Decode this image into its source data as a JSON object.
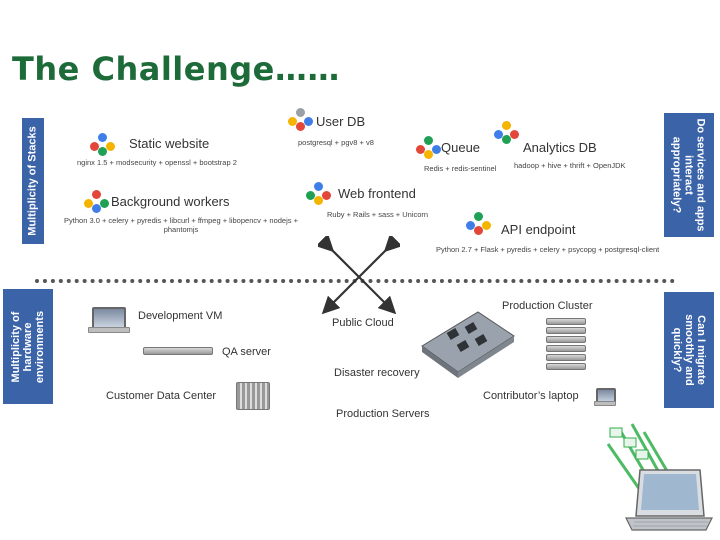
{
  "title": "The Challenge……",
  "left_band_top": "Multiplicity of Stacks",
  "left_band_bottom": [
    "Multiplicity of",
    "hardware",
    "environments"
  ],
  "right_band_top": [
    "Do services and apps",
    "interact",
    "appropriately?"
  ],
  "right_band_bottom": [
    "Can I migrate",
    "smoothly and",
    "quickly?"
  ],
  "stacks": {
    "static_website": {
      "title": "Static website",
      "sub": "nginx 1.5 + modsecurity + openssl + bootstrap 2"
    },
    "user_db": {
      "title": "User DB",
      "sub": "postgresql + pgv8 + v8"
    },
    "queue": {
      "title": "Queue",
      "sub": "Redis + redis-sentinel"
    },
    "analytics_db": {
      "title": "Analytics DB",
      "sub": "hadoop + hive + thrift + OpenJDK"
    },
    "background_workers": {
      "title": "Background workers",
      "sub": "Python 3.0 + celery + pyredis + libcurl + ffmpeg + libopencv + nodejs + phantomjs"
    },
    "web_frontend": {
      "title": "Web frontend",
      "sub": "Ruby + Rails + sass + Unicorn"
    },
    "api_endpoint": {
      "title": "API endpoint",
      "sub": "Python 2.7 + Flask + pyredis + celery + psycopg + postgresql-client"
    }
  },
  "hardware": {
    "development_vm": "Development VM",
    "qa_server": "QA server",
    "customer_data_center": "Customer Data Center",
    "public_cloud": "Public Cloud",
    "disaster_recovery": "Disaster recovery",
    "production_servers": "Production Servers",
    "production_cluster": "Production Cluster",
    "contributors_laptop": "Contributor’s laptop"
  },
  "colors": {
    "band": "#3b63a8",
    "title": "#1e6b3a",
    "logo_blue": "#3f7ee8",
    "logo_red": "#e2473a",
    "logo_yellow": "#f4b400",
    "logo_green": "#1fa055",
    "logo_gray": "#9aa0a6"
  }
}
